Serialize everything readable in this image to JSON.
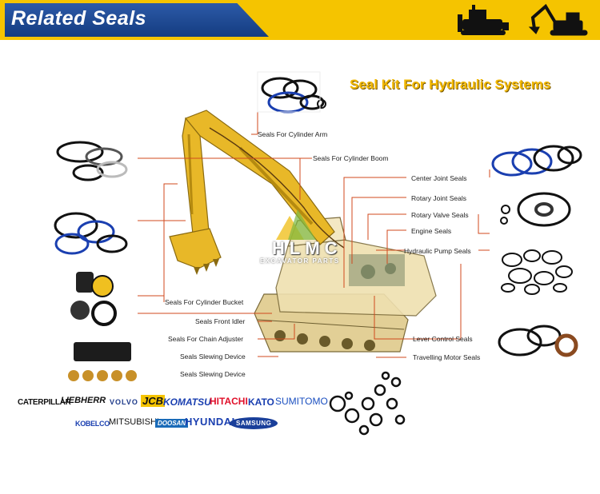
{
  "banner": {
    "title": "Related Seals"
  },
  "diagram": {
    "title": "Seal Kit For Hydraulic Systems",
    "watermark_name": "HLMC",
    "watermark_sub": "EXCAVATOR PARTS",
    "labels": {
      "cylinder_arm": "Seals For Cylinder Arm",
      "cylinder_boom": "Seals For Cylinder Boom",
      "center_joint": "Center Joint Seals",
      "rotary_joint": "Rotary Joint Seals",
      "rotary_valve": "Rotary Valve Seals",
      "engine": "Engine Seals",
      "hydraulic_pump": "Hydraulic Pump Seals",
      "cylinder_bucket": "Seals For Cylinder Bucket",
      "front_idler": "Seals Front Idler",
      "chain_adjuster": "Seals For Chain Adjuster",
      "slewing_device_1": "Seals Slewing Device",
      "slewing_device_2": "Seals Slewing Device",
      "lever_control": "Lever Control Seals",
      "travelling_motor": "Travelling Motor Seals"
    }
  },
  "brands": {
    "caterpillar": "CATERPILLAR",
    "liebherr": "LIEBHERR",
    "volvo": "VOLVO",
    "jcb": "JCB",
    "komatsu": "KOMATSU",
    "hitachi": "HITACHI",
    "kato": "KATO",
    "sumitomo": "SUMITOMO",
    "kobelco": "KOBELCO",
    "mitsubishi": "MITSUBISHI",
    "doosan": "DOOSAN",
    "hyundai": "HYUNDAI",
    "samsung": "SAMSUNG"
  },
  "colors": {
    "banner_yellow": "#f5c400",
    "banner_blue": "#1f4d98",
    "title_yellow": "#f2b800",
    "leader_red": "#d04a1e",
    "excavator_yellow": "#e8b828"
  }
}
